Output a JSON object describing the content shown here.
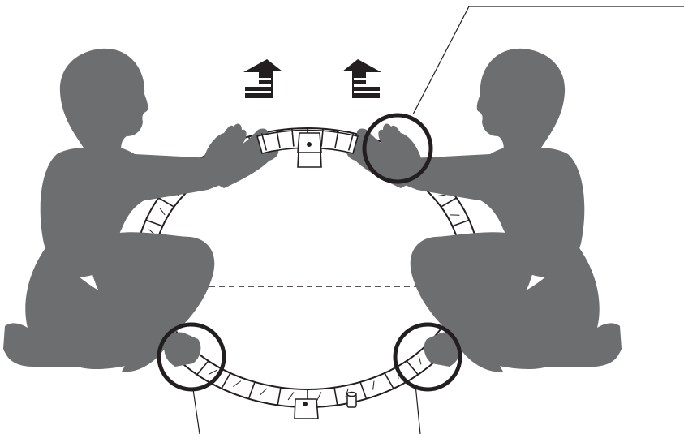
{
  "diagram": {
    "figure_color": "#6d6e70",
    "line_color": "#231f20",
    "background": "#ffffff",
    "ring_fill": "#ffffff",
    "icons": [
      "person-figure",
      "lift-arrow",
      "detail-circle",
      "callout-leader"
    ]
  }
}
